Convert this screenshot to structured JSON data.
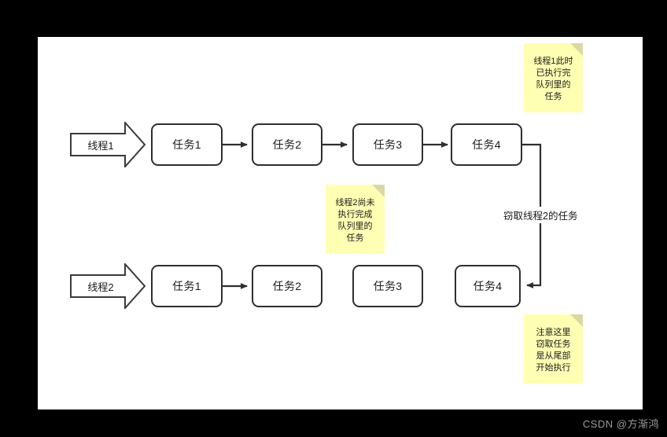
{
  "canvas": {
    "background": "#ffffff",
    "page_background": "#000000"
  },
  "threads": [
    {
      "label": "线程1"
    },
    {
      "label": "线程2"
    }
  ],
  "rows": [
    {
      "name": "thread1-queue",
      "tasks": [
        "任务1",
        "任务2",
        "任务3",
        "任务4"
      ]
    },
    {
      "name": "thread2-queue",
      "tasks": [
        "任务1",
        "任务2",
        "任务3",
        "任务4"
      ]
    }
  ],
  "notes": [
    {
      "id": "note-thread1-done",
      "lines": [
        "线程1此时",
        "已执行完",
        "队列里的",
        "任务"
      ],
      "color": "#ffffb3"
    },
    {
      "id": "note-thread2-pending",
      "lines": [
        "线程2尚未",
        "执行完成",
        "队列里的",
        "任务"
      ],
      "color": "#ffffb3"
    },
    {
      "id": "note-steal-from-tail",
      "lines": [
        "注意这里",
        "窃取任务",
        "是从尾部",
        "开始执行"
      ],
      "color": "#ffffb3"
    }
  ],
  "connector": {
    "label": "窃取线程2的任务"
  },
  "watermark": {
    "text": "CSDN @方渐鸿"
  }
}
